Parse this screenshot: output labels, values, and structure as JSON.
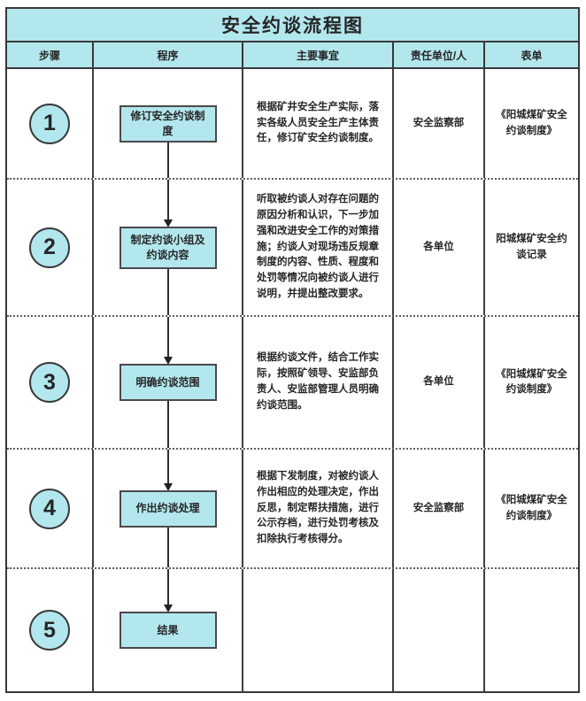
{
  "title": "安全约谈流程图",
  "columns": {
    "step": "步骤",
    "procedure": "程序",
    "matters": "主要事宜",
    "owner": "责任单位/人",
    "form": "表单"
  },
  "rows": [
    {
      "step": "1",
      "box": "修订安全约谈制度",
      "matters": "根据矿井安全生产实际，落实各级人员安全生产主体责任，修订矿安全约谈制度。",
      "owner": "安全监察部",
      "form": "《阳城煤矿安全约谈制度》"
    },
    {
      "step": "2",
      "box": "制定约谈小组及约谈内容",
      "matters": "听取被约谈人对存在问题的原因分析和认识，下一步加强和改进安全工作的对策措施；约谈人对现场违反规章制度的内容、性质、程度和处罚等情况向被约谈人进行说明，并提出整改要求。",
      "owner": "各单位",
      "form": "阳城煤矿安全约谈记录"
    },
    {
      "step": "3",
      "box": "明确约谈范围",
      "matters": "根据约谈文件，结合工作实际，按照矿领导、安监部负责人、安监部管理人员明确约谈范围。",
      "owner": "各单位",
      "form": "《阳城煤矿安全约谈制度》"
    },
    {
      "step": "4",
      "box": "作出约谈处理",
      "matters": "根据下发制度，对被约谈人作出相应的处理决定，作出反思，制定帮扶措施，进行公示存档，进行处罚考核及扣除执行考核得分。",
      "owner": "安全监察部",
      "form": "《阳城煤矿安全约谈制度》"
    },
    {
      "step": "5",
      "box": "结果",
      "matters": "",
      "owner": "",
      "form": ""
    }
  ],
  "colors": {
    "accent": "#b3e7ee",
    "border": "#383838",
    "text": "#262626"
  }
}
